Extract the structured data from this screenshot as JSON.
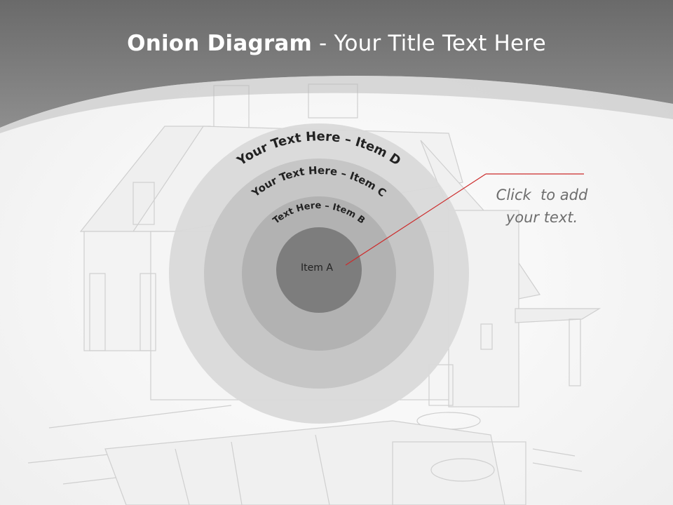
{
  "slide": {
    "title_bold": "Onion Diagram",
    "title_rest": " - Your Title Text Here"
  },
  "onion": {
    "center_label": "Item A",
    "ring_b": "Text Here – Item B",
    "ring_c": "Your Text Here – Item C",
    "ring_d": "Your Text Here – Item D"
  },
  "callout": {
    "line1": "Click  to add",
    "line2": "your text."
  },
  "colors": {
    "header": "#7a7a7a",
    "ring_d": "#dcdcdc",
    "ring_c": "#c8c8c8",
    "ring_b": "#b3b3b3",
    "center": "#7d7d7d",
    "leader_line": "#cc2b2b",
    "callout_text": "#6e6e6e"
  }
}
